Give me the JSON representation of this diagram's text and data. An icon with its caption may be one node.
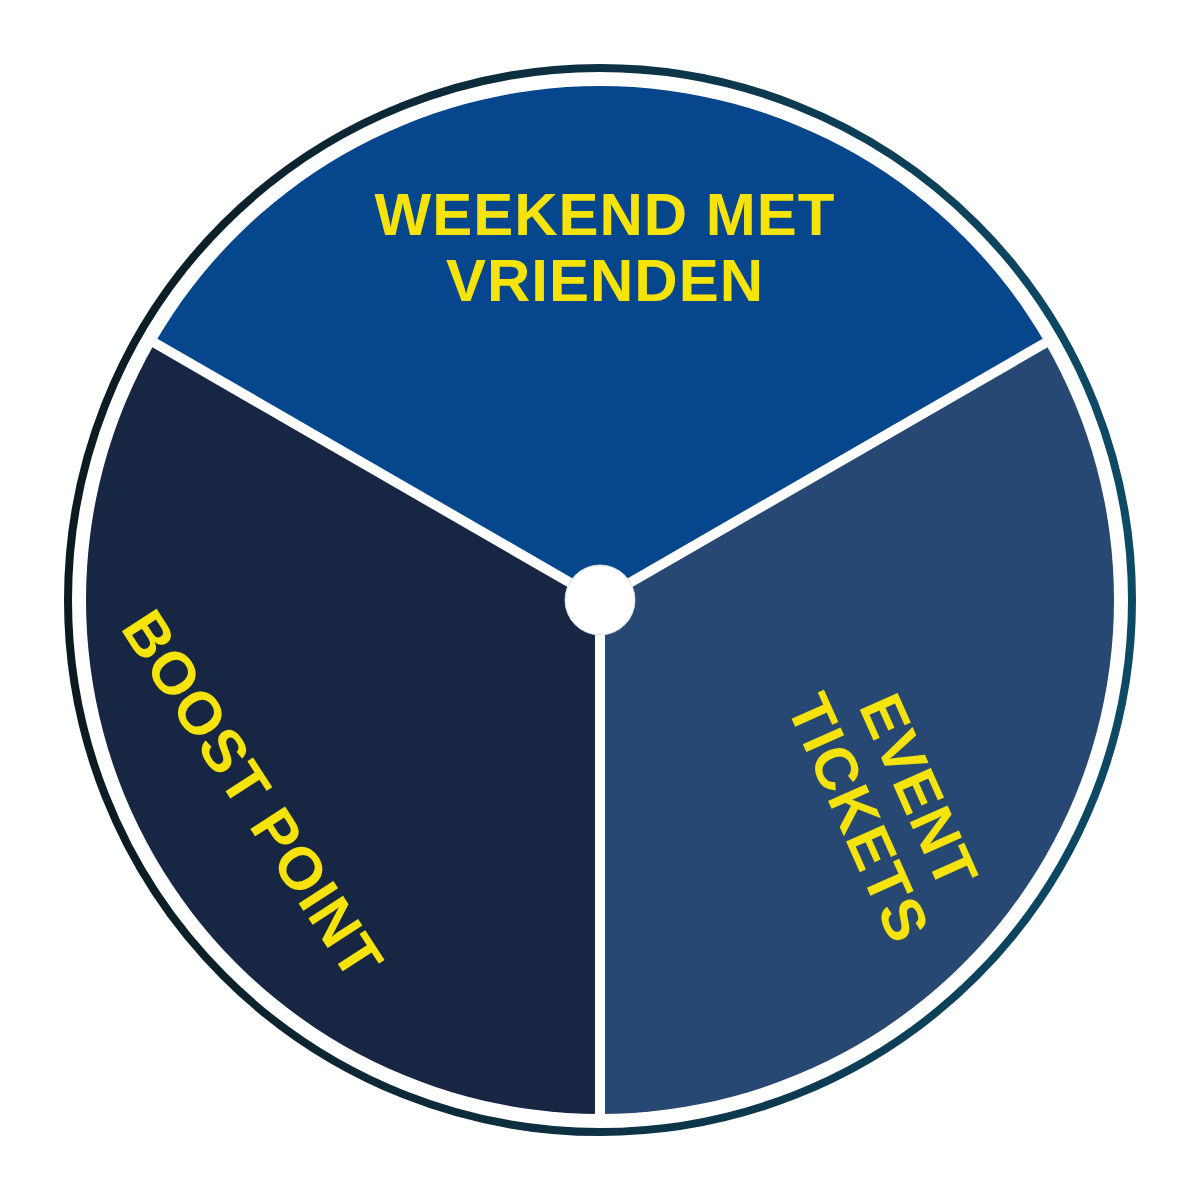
{
  "diagram": {
    "nodes": [
      {
        "text": [
          "WEEKEND MET VRIENDEN"
        ]
      },
      {
        "text": [
          "EVENT TICKETS"
        ]
      },
      {
        "text": [
          "BOOST POINT"
        ]
      }
    ]
  }
}
